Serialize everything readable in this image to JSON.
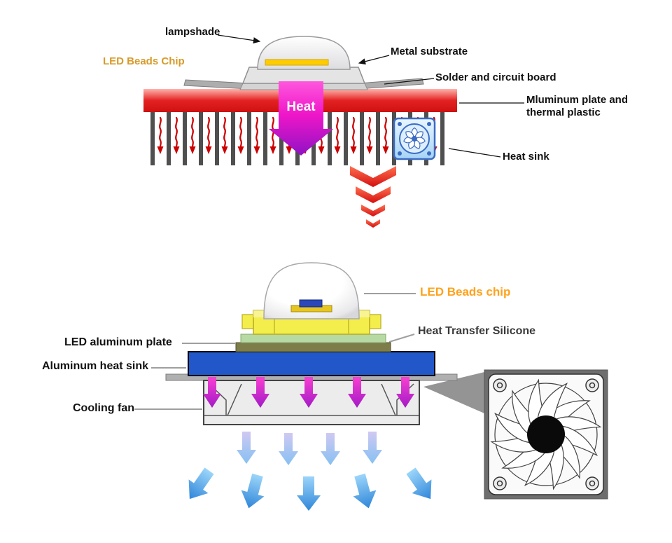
{
  "top": {
    "labels": {
      "lampshade": "lampshade",
      "led_beads_chip": "LED Beads Chip",
      "metal_substrate": "Metal substrate",
      "solder_circuit_board": "Solder and circuit board",
      "aluminum_plate_1": "Mluminum plate and",
      "aluminum_plate_2": "thermal plastic",
      "heat_sink": "Heat sink",
      "heat": "Heat"
    }
  },
  "bottom": {
    "labels": {
      "led_beads_chip": "LED Beads chip",
      "heat_transfer_silicone": "Heat Transfer Silicone",
      "led_aluminum_plate": "LED aluminum plate",
      "aluminum_heat_sink": "Aluminum heat sink",
      "cooling_fan": "Cooling fan"
    }
  },
  "colors": {
    "accent_orange_top": "#D79A2A",
    "accent_orange_bottom": "#FFA21C",
    "heat_magenta": "#EF16C9",
    "plate_red": "#E32222",
    "heat_sink_blue": "#2257C9",
    "silicone_green": "#B7D9A4",
    "olive_plate": "#7D7D4A",
    "air_blue": "#2F86D9",
    "heat_squiggle_red": "#CC0000"
  }
}
